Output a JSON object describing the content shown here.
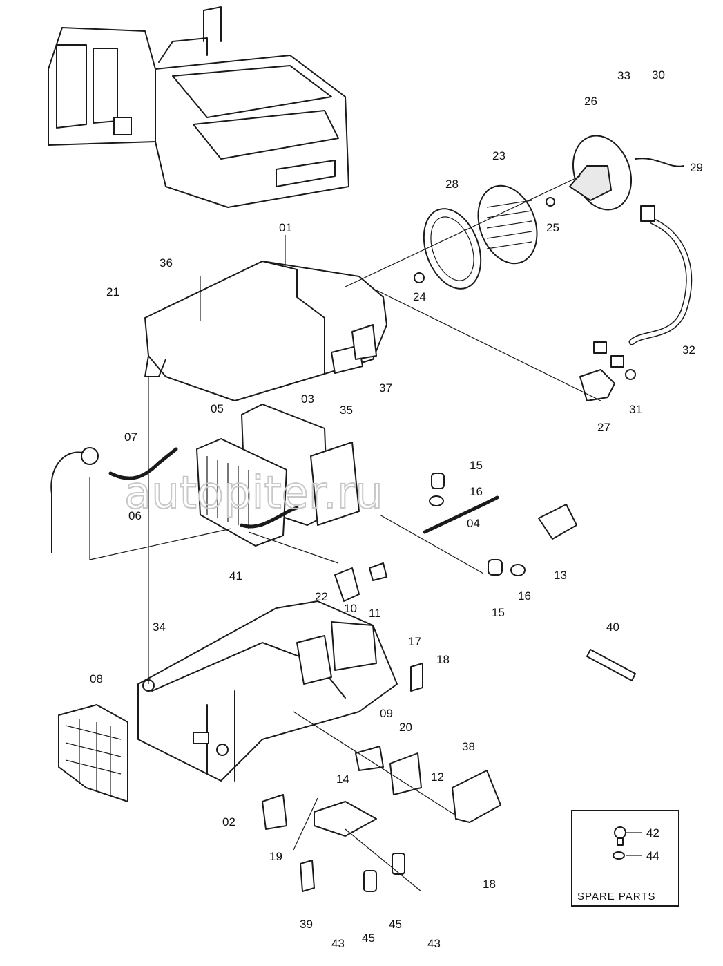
{
  "watermark": "autopiter.ru",
  "spare_parts": {
    "title": "SPARE PARTS",
    "items": [
      "42",
      "44"
    ]
  },
  "labels": {
    "l01": "01",
    "l02": "02",
    "l03": "03",
    "l04": "04",
    "l05": "05",
    "l06": "06",
    "l07": "07",
    "l08": "08",
    "l09": "09",
    "l10": "10",
    "l11": "11",
    "l12": "12",
    "l13": "13",
    "l14": "14",
    "l15a": "15",
    "l15b": "15",
    "l16a": "16",
    "l16b": "16",
    "l17": "17",
    "l18a": "18",
    "l18b": "18",
    "l19": "19",
    "l20": "20",
    "l21": "21",
    "l22": "22",
    "l23": "23",
    "l24": "24",
    "l25": "25",
    "l26": "26",
    "l27": "27",
    "l28": "28",
    "l29": "29",
    "l30": "30",
    "l31": "31",
    "l32": "32",
    "l33": "33",
    "l34": "34",
    "l35": "35",
    "l36": "36",
    "l37": "37",
    "l38": "38",
    "l39": "39",
    "l40": "40",
    "l41": "41",
    "l43a": "43",
    "l43b": "43",
    "l45a": "45",
    "l45b": "45"
  }
}
